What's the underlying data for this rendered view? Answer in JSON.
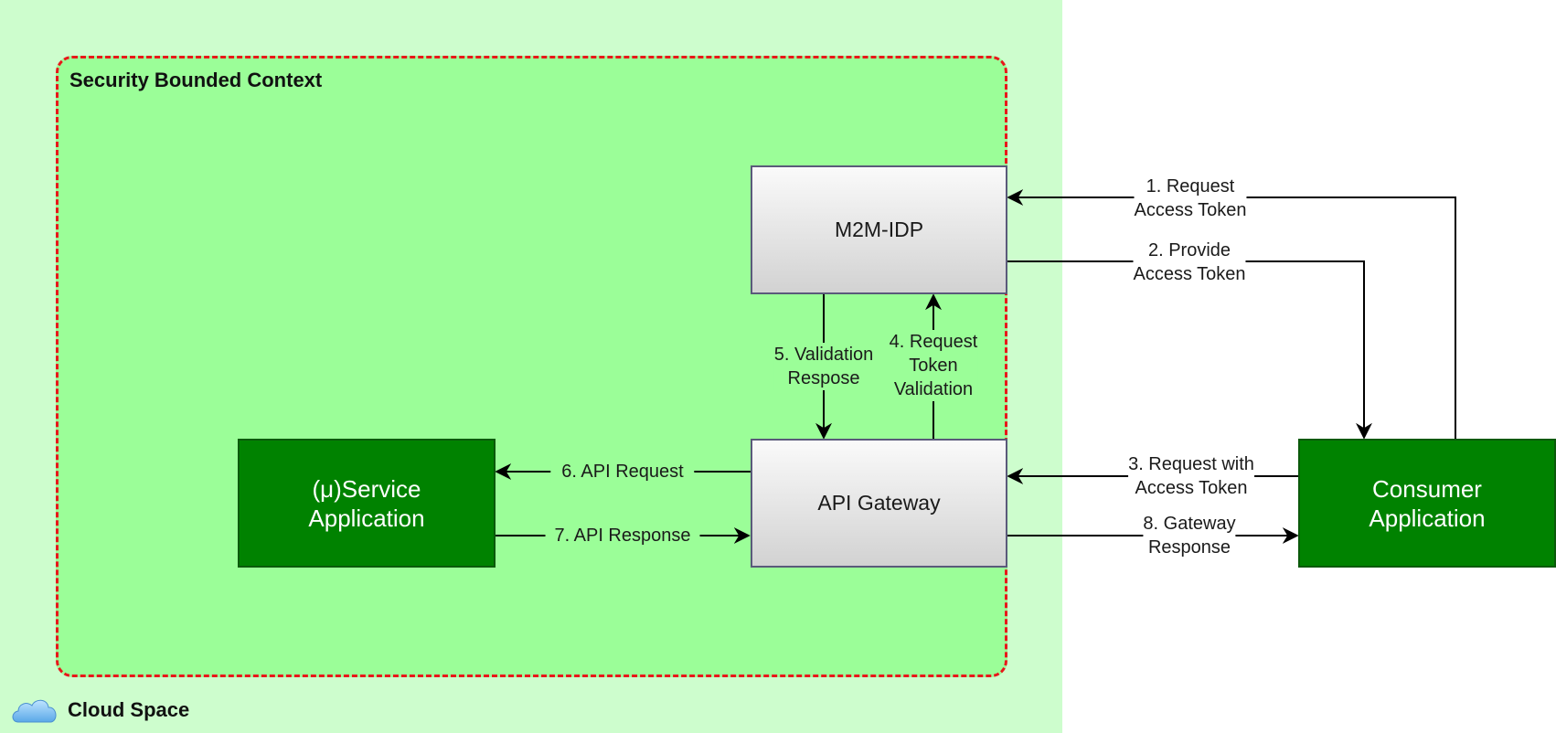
{
  "cloud_space": {
    "label": "Cloud Space",
    "icon": "cloud-icon",
    "color": "#cdfdcd"
  },
  "context": {
    "title": "Security Bounded Context",
    "border_color": "#e8171a",
    "fill": "#9bfe98"
  },
  "nodes": {
    "m2m_idp": "M2M-IDP",
    "api_gateway": "API Gateway",
    "service_line1": "(μ)Service",
    "service_line2": "Application",
    "consumer_line1": "Consumer",
    "consumer_line2": "Application"
  },
  "edges": {
    "e1_line1": "1. Request",
    "e1_line2": "Access Token",
    "e2_line1": "2. Provide",
    "e2_line2": "Access Token",
    "e3_line1": "3. Request with",
    "e3_line2": "Access Token",
    "e4_line1": "4. Request",
    "e4_line2": "Token",
    "e4_line3": "Validation",
    "e5_line1": "5. Validation",
    "e5_line2": "Respose",
    "e6": "6. API Request",
    "e7": "7. API Response",
    "e8_line1": "8. Gateway",
    "e8_line2": "Response"
  }
}
